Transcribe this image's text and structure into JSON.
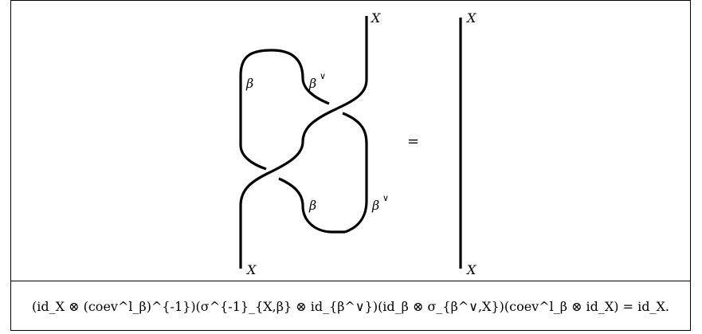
{
  "diagram": {
    "labels": {
      "x_top_left": "X",
      "x_bottom_left": "X",
      "beta_upper": "β",
      "beta_dual_upper": "β",
      "beta_lower": "β",
      "beta_dual_lower": "β",
      "dual_mark": "∨",
      "equals": "=",
      "x_top_right": "X",
      "x_bottom_right": "X"
    }
  },
  "formula": {
    "text": "(id_X ⊗ (coev^l_β)^{-1})(σ^{-1}_{X,β} ⊗ id_{β^∨})(id_β ⊗ σ_{β^∨,X})(coev^l_β ⊗ id_X) = id_X."
  }
}
